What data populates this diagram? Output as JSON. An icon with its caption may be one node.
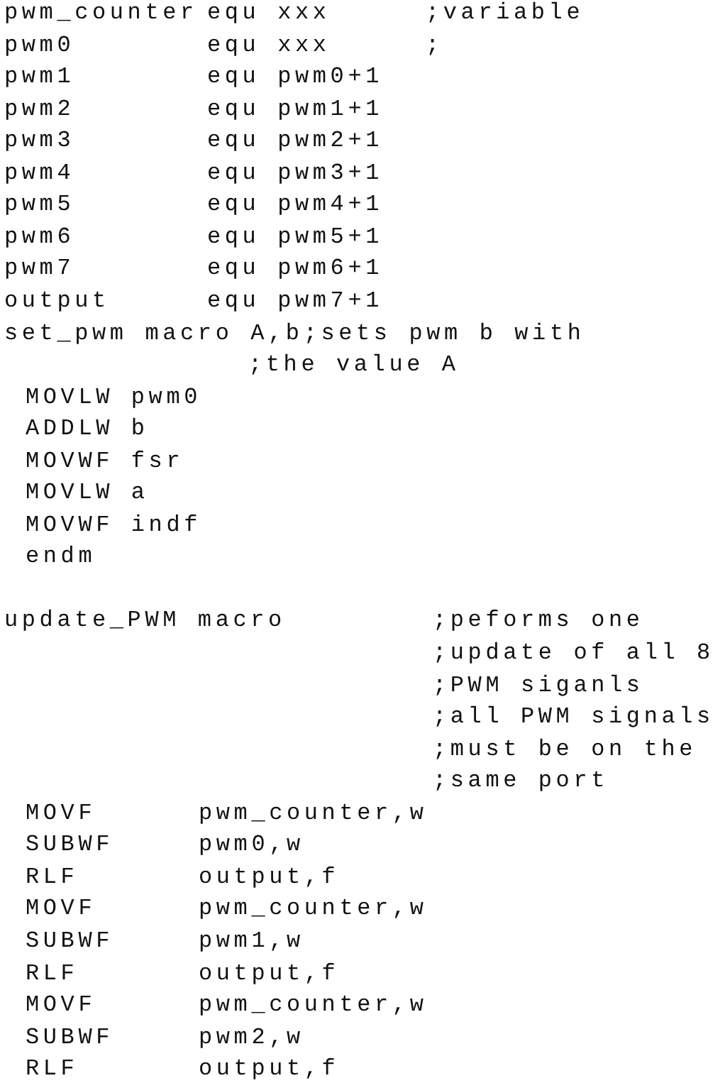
{
  "diagram": {
    "labels": [
      "pwm_counter",
      "equ xxx",
      ";variable",
      "pwm0",
      "equ xxx",
      ";",
      "pwm1",
      "equ pwm0+1",
      "pwm2",
      "equ pwm1+1",
      "pwm3",
      "equ pwm2+1",
      "pwm4",
      "equ pwm3+1",
      "pwm5",
      "equ pwm4+1",
      "pwm6",
      "equ pwm5+1",
      "pwm7",
      "equ pwm6+1",
      "output",
      "equ pwm7+1",
      "set_pwm macro A,b;sets pwm b with",
      ";the value A",
      "MOVLW pwm0",
      "ADDLW b",
      "MOVWF fsr",
      "MOVLW a",
      "MOVWF indf",
      "endm",
      "update_PWM macro",
      ";peforms one",
      ";update of all 8",
      ";PWM siganls",
      ";all PWM signals",
      ";must be on the",
      ";same port",
      "MOVF",
      "pwm_counter,w",
      "SUBWF",
      "pwm0,w",
      "RLF",
      "output,f",
      "MOVF",
      "pwm_counter,w",
      "SUBWF",
      "pwm1,w",
      "RLF",
      "output,f",
      "MOVF",
      "pwm_counter,w",
      "SUBWF",
      "pwm2,w",
      "RLF",
      "output,f"
    ]
  }
}
